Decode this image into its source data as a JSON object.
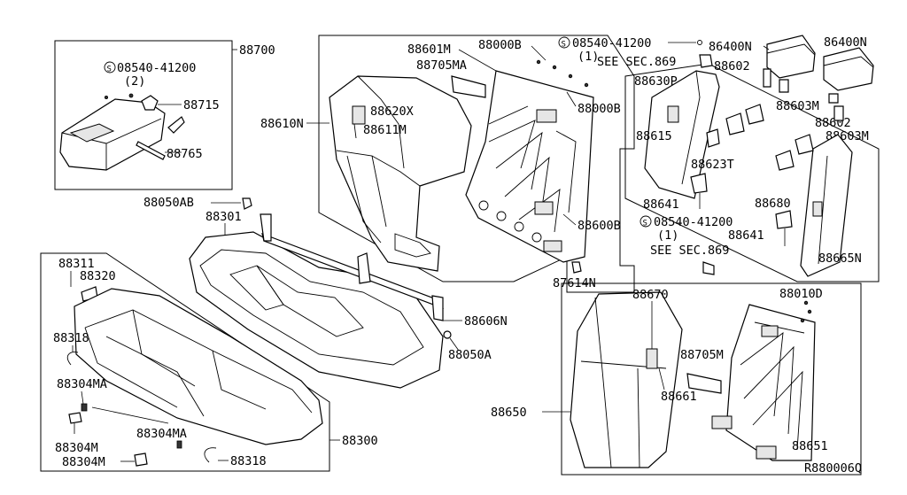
{
  "diagram": {
    "ref_code": "R880006Q",
    "labels": {
      "armrest_assy": "88700",
      "armrest_screw": "08540-41200",
      "armrest_screw_qty": "(2)",
      "cup_holder": "88715",
      "armrest_bracket": "88765",
      "bolt_left": "88050AB",
      "cushion_frame": "88301",
      "cushion_trim": "88311",
      "pad_clip": "88320",
      "hook_left": "88318",
      "clip_ma_left": "88304MA",
      "clip_m_1": "88304M",
      "clip_ma_bottom": "88304MA",
      "clip_m_2": "88304M",
      "hook_bottom": "88318",
      "cushion_assy": "88300",
      "bracket_n": "88606N",
      "bolt_a": "88050A",
      "back_trim_left": "88610N",
      "back_panel_left": "88620X",
      "back_pad_left": "88611M",
      "back_frame_bolt_top": "88601M",
      "back_frame_latch": "88705MA",
      "back_frame_nut_top": "88000B",
      "back_frame_nut_mid": "88000B",
      "back_frame_nut_bottom": "88600B",
      "frame_clip": "87614N",
      "screw_top_right": "08540-41200",
      "screw_top_right_qty": "(1)",
      "see_sec_top": "SEE SEC.869",
      "headrest_1": "86400N",
      "headrest_2": "86400N",
      "guide_1": "88602",
      "guide_2": "88602",
      "holder_1": "88603M",
      "holder_2": "88603M",
      "panel_right": "88630P",
      "lock_right": "88615",
      "hinge_right": "88623T",
      "striker_1": "88641",
      "striker_2": "88641",
      "latch_right": "88680",
      "screw_mid_right": "08540-41200",
      "screw_mid_right_qty": "(1)",
      "see_sec_mid": "SEE SEC.869",
      "back_side_trim": "88665N",
      "back_trim_right": "88650",
      "panel_670": "88670",
      "frame_right": "88010D",
      "latch_right_frame": "88705M",
      "pad_661": "88661",
      "frame_651": "88651"
    }
  }
}
